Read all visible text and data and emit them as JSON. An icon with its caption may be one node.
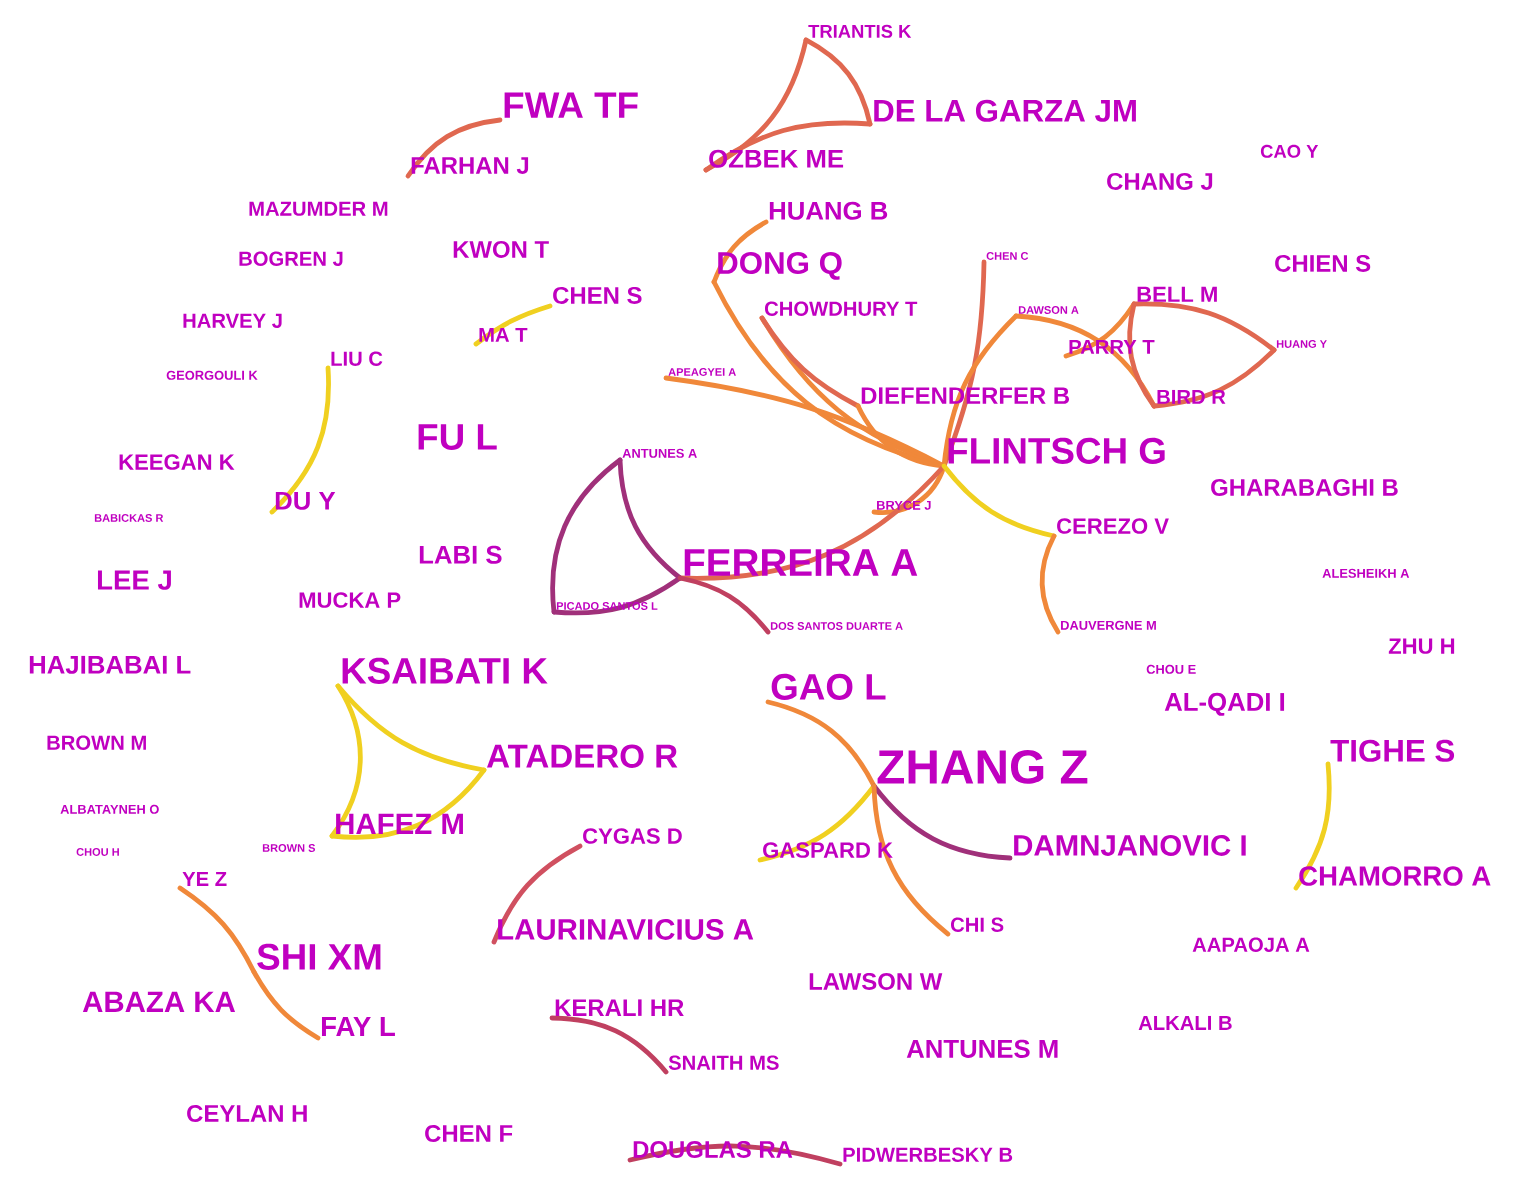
{
  "diagram": {
    "nodes": [
      {
        "text": [
          "FWA TF"
        ]
      },
      {
        "text": [
          "FARHAN J"
        ]
      },
      {
        "text": [
          "TRIANTIS K"
        ]
      },
      {
        "text": [
          "DE LA GARZA JM"
        ]
      },
      {
        "text": [
          "OZBEK ME"
        ]
      },
      {
        "text": [
          "CAO Y"
        ]
      },
      {
        "text": [
          "CHANG J"
        ]
      },
      {
        "text": [
          "MAZUMDER M"
        ]
      },
      {
        "text": [
          "HUANG B"
        ]
      },
      {
        "text": [
          "KWON T"
        ]
      },
      {
        "text": [
          "BOGREN J"
        ]
      },
      {
        "text": [
          "DONG Q"
        ]
      },
      {
        "text": [
          "CHEN C"
        ]
      },
      {
        "text": [
          "CHIEN S"
        ]
      },
      {
        "text": [
          "CHEN S"
        ]
      },
      {
        "text": [
          "CHOWDHURY T"
        ]
      },
      {
        "text": [
          "BELL M"
        ]
      },
      {
        "text": [
          "DAWSON A"
        ]
      },
      {
        "text": [
          "HARVEY J"
        ]
      },
      {
        "text": [
          "MA T"
        ]
      },
      {
        "text": [
          "HUANG Y"
        ]
      },
      {
        "text": [
          "PARRY T"
        ]
      },
      {
        "text": [
          "LIU C"
        ]
      },
      {
        "text": [
          "GEORGOULI K"
        ]
      },
      {
        "text": [
          "APEAGYEI A"
        ]
      },
      {
        "text": [
          "DIEFENDERFER B"
        ]
      },
      {
        "text": [
          "BIRD R"
        ]
      },
      {
        "text": [
          "FLINTSCH G"
        ]
      },
      {
        "text": [
          "FU L"
        ]
      },
      {
        "text": [
          "KEEGAN K"
        ]
      },
      {
        "text": [
          "ANTUNES A"
        ]
      },
      {
        "text": [
          "GHARABAGHI B"
        ]
      },
      {
        "text": [
          "BRYCE J"
        ]
      },
      {
        "text": [
          "DU Y"
        ]
      },
      {
        "text": [
          "CEREZO V"
        ]
      },
      {
        "text": [
          "BABICKAS R"
        ]
      },
      {
        "text": [
          "LABI S"
        ]
      },
      {
        "text": [
          "FERREIRA A"
        ]
      },
      {
        "text": [
          "LEE J"
        ]
      },
      {
        "text": [
          "ALESHEIKH A"
        ]
      },
      {
        "text": [
          "MUCKA P"
        ]
      },
      {
        "text": [
          "PICADO SANTOS L"
        ]
      },
      {
        "text": [
          "DOS SANTOS DUARTE A"
        ]
      },
      {
        "text": [
          "DAUVERGNE M"
        ]
      },
      {
        "text": [
          "ZHU H"
        ]
      },
      {
        "text": [
          "HAJIBABAI L"
        ]
      },
      {
        "text": [
          "KSAIBATI K"
        ]
      },
      {
        "text": [
          "CHOU E"
        ]
      },
      {
        "text": [
          "GAO L"
        ]
      },
      {
        "text": [
          "AL-QADI I"
        ]
      },
      {
        "text": [
          "BROWN M"
        ]
      },
      {
        "text": [
          "ZHANG Z"
        ]
      },
      {
        "text": [
          "TIGHE S"
        ]
      },
      {
        "text": [
          "ATADERO R"
        ]
      },
      {
        "text": [
          "ALBATAYNEH O"
        ]
      },
      {
        "text": [
          "HAFEZ M"
        ]
      },
      {
        "text": [
          "CYGAS D"
        ]
      },
      {
        "text": [
          "BROWN S"
        ]
      },
      {
        "text": [
          "DAMNJANOVIC I"
        ]
      },
      {
        "text": [
          "GASPARD K"
        ]
      },
      {
        "text": [
          "CHOU H"
        ]
      },
      {
        "text": [
          "CHAMORRO A"
        ]
      },
      {
        "text": [
          "YE Z"
        ]
      },
      {
        "text": [
          "LAURINAVICIUS A"
        ]
      },
      {
        "text": [
          "CHI S"
        ]
      },
      {
        "text": [
          "SHI XM"
        ]
      },
      {
        "text": [
          "LAWSON W"
        ]
      },
      {
        "text": [
          "AAPAOJA A"
        ]
      },
      {
        "text": [
          "ABAZA KA"
        ]
      },
      {
        "text": [
          "KERALI HR"
        ]
      },
      {
        "text": [
          "FAY L"
        ]
      },
      {
        "text": [
          "ALKALI B"
        ]
      },
      {
        "text": [
          "ANTUNES M"
        ]
      },
      {
        "text": [
          "SNAITH MS"
        ]
      },
      {
        "text": [
          "CEYLAN H"
        ]
      },
      {
        "text": [
          "CHEN F"
        ]
      },
      {
        "text": [
          "DOUGLAS RA"
        ]
      },
      {
        "text": [
          "PIDWERBESKY B"
        ]
      }
    ],
    "edges": [
      {
        "from": 1,
        "to": 0,
        "arrow": "none",
        "color": "#e06850"
      },
      {
        "from": 4,
        "to": 2,
        "arrow": "none",
        "color": "#e06850"
      },
      {
        "from": 2,
        "to": 3,
        "arrow": "none",
        "color": "#e06850"
      },
      {
        "from": 4,
        "to": 3,
        "arrow": "none",
        "color": "#e06850"
      },
      {
        "from": 11,
        "to": 8,
        "arrow": "none"
      },
      {
        "from": 11,
        "to": 27,
        "arrow": "none"
      },
      {
        "from": 15,
        "to": 27,
        "arrow": "none"
      },
      {
        "from": 15,
        "to": 25,
        "arrow": "none",
        "color": "#e06850"
      },
      {
        "from": 24,
        "to": 27,
        "arrow": "none"
      },
      {
        "from": 12,
        "to": 27,
        "arrow": "none",
        "color": "#e06850"
      },
      {
        "from": 17,
        "to": 27,
        "arrow": "none"
      },
      {
        "from": 17,
        "to": 26,
        "arrow": "none"
      },
      {
        "from": 16,
        "to": 21,
        "arrow": "none"
      },
      {
        "from": 16,
        "to": 20,
        "arrow": "none",
        "color": "#e06850"
      },
      {
        "from": 16,
        "to": 26,
        "arrow": "none",
        "color": "#e06850"
      },
      {
        "from": 20,
        "to": 26,
        "arrow": "none",
        "color": "#e06850"
      },
      {
        "from": 25,
        "to": 27,
        "arrow": "none"
      },
      {
        "from": 27,
        "to": 32,
        "arrow": "none"
      },
      {
        "from": 27,
        "to": 37,
        "arrow": "none",
        "color": "#e06850"
      },
      {
        "from": 27,
        "to": 34,
        "arrow": "none",
        "color": "#f0d020"
      },
      {
        "from": 34,
        "to": 43,
        "arrow": "none"
      },
      {
        "from": 30,
        "to": 37,
        "arrow": "none",
        "color": "#a0307a"
      },
      {
        "from": 41,
        "to": 30,
        "arrow": "none",
        "color": "#a0307a"
      },
      {
        "from": 41,
        "to": 37,
        "arrow": "none",
        "color": "#a0307a"
      },
      {
        "from": 37,
        "to": 42,
        "arrow": "none",
        "color": "#c04060"
      },
      {
        "from": 19,
        "to": 14,
        "arrow": "none",
        "color": "#f0d020"
      },
      {
        "from": 22,
        "to": 33,
        "arrow": "none",
        "color": "#f0d020"
      },
      {
        "from": 46,
        "to": 53,
        "arrow": "none",
        "color": "#f0d020"
      },
      {
        "from": 46,
        "to": 55,
        "arrow": "none",
        "color": "#f0d020"
      },
      {
        "from": 55,
        "to": 53,
        "arrow": "none",
        "color": "#f0d020"
      },
      {
        "from": 48,
        "to": 51,
        "arrow": "none"
      },
      {
        "from": 51,
        "to": 59,
        "arrow": "none",
        "color": "#f0d020"
      },
      {
        "from": 51,
        "to": 58,
        "arrow": "none",
        "color": "#a0307a"
      },
      {
        "from": 51,
        "to": 64,
        "arrow": "none"
      },
      {
        "from": 52,
        "to": 61,
        "arrow": "none",
        "color": "#f0d020"
      },
      {
        "from": 56,
        "to": 63,
        "arrow": "none",
        "color": "#d05060"
      },
      {
        "from": 62,
        "to": 65,
        "arrow": "none"
      },
      {
        "from": 65,
        "to": 70,
        "arrow": "none"
      },
      {
        "from": 69,
        "to": 73,
        "arrow": "none",
        "color": "#c04060"
      },
      {
        "from": 76,
        "to": 77,
        "arrow": "none",
        "color": "#c04060"
      }
    ]
  }
}
